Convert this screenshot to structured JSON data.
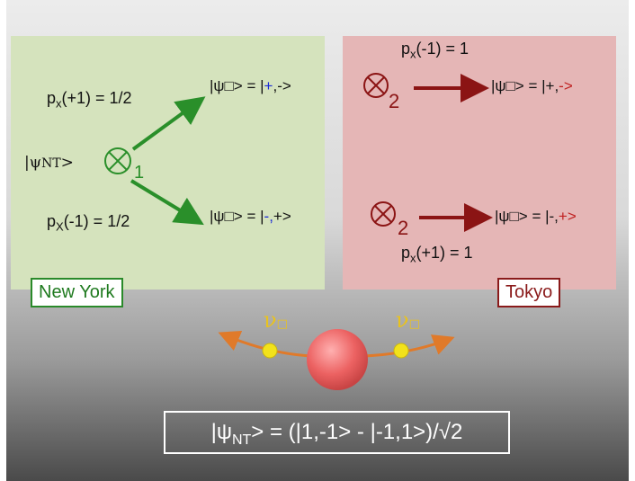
{
  "new_york": {
    "tag": "New York",
    "state": "|ψNT>",
    "detector_index": "1",
    "upper_prob": "px(+1) = 1/2",
    "lower_prob": "px(-1) = 1/2",
    "upper_outcome_prefix": "|ψ□> = |",
    "upper_outcome_a": "+",
    "upper_outcome_b": ",->",
    "lower_outcome_prefix": "|ψ□> = |",
    "lower_outcome_a": "-,",
    "lower_outcome_b": "+>"
  },
  "tokyo": {
    "tag": "Tokyo",
    "top_prob": "px(-1) = 1",
    "bottom_prob": "px(+1) = 1",
    "detector_index_top": "2",
    "detector_index_bottom": "2",
    "top_outcome_prefix": "|ψ□> = |+,",
    "top_outcome_red": "->",
    "bottom_outcome_prefix": "|ψ□> = |-,",
    "bottom_outcome_red": "+>"
  },
  "particles": {
    "left_label": "ν",
    "left_sub": "□",
    "right_label": "ν",
    "right_sub": "□"
  },
  "formula": "= (|1,-1> - |-1,1>)/√2",
  "formula_state": "|ψNT>",
  "colors": {
    "green": "#2a8f2a",
    "dark_red": "#8b1414",
    "orange": "#e07a2a",
    "yellow": "#f2e21a",
    "sphere": "#e86060"
  }
}
